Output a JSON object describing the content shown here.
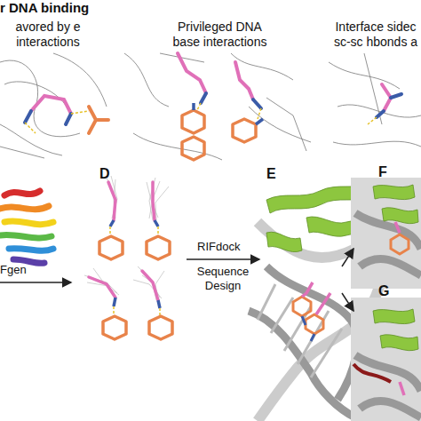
{
  "diagram": {
    "title": "r DNA binding",
    "labels": [
      "avored by e interactions",
      "Privileged DNA base interactions",
      "Interface sidec sc-sc hbonds a",
      "D",
      "E",
      "F",
      "G",
      "RIFdock",
      "Sequence Design",
      "Fgen"
    ]
  }
}
